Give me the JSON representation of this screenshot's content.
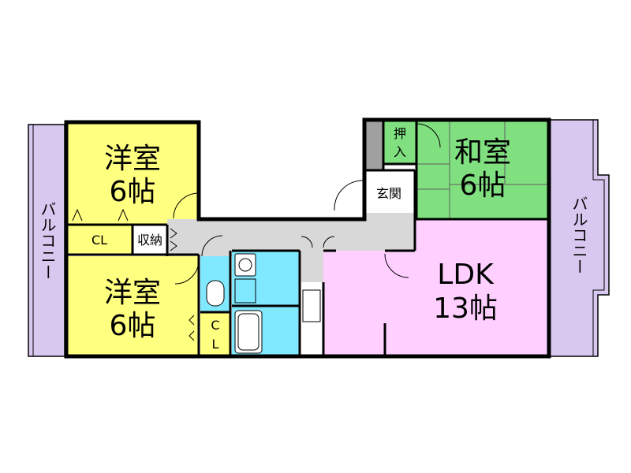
{
  "colors": {
    "yellow": "#ffff80",
    "green": "#80e080",
    "pink": "#ffd0ff",
    "cyan": "#80e8ff",
    "purple": "#d8c8f0",
    "gray": "#d8d8d8",
    "darkgray": "#a0a0a0",
    "white": "#ffffff",
    "wall": "#000000"
  },
  "rooms": {
    "west_top": {
      "line1": "洋室",
      "line2": "6帖"
    },
    "west_bottom": {
      "line1": "洋室",
      "line2": "6帖"
    },
    "washitsu": {
      "line1": "和室",
      "line2": "6帖"
    },
    "ldk": {
      "line1": "LDK",
      "line2": "13帖"
    },
    "closet_top": "CL",
    "closet_bottom": {
      "line1": "C",
      "line2": "L"
    },
    "storage": "収納",
    "oshiire": {
      "line1": "押",
      "line2": "入"
    },
    "genkan": "玄関"
  },
  "balconies": {
    "left": "バルコニー",
    "right": "バルコニー"
  }
}
